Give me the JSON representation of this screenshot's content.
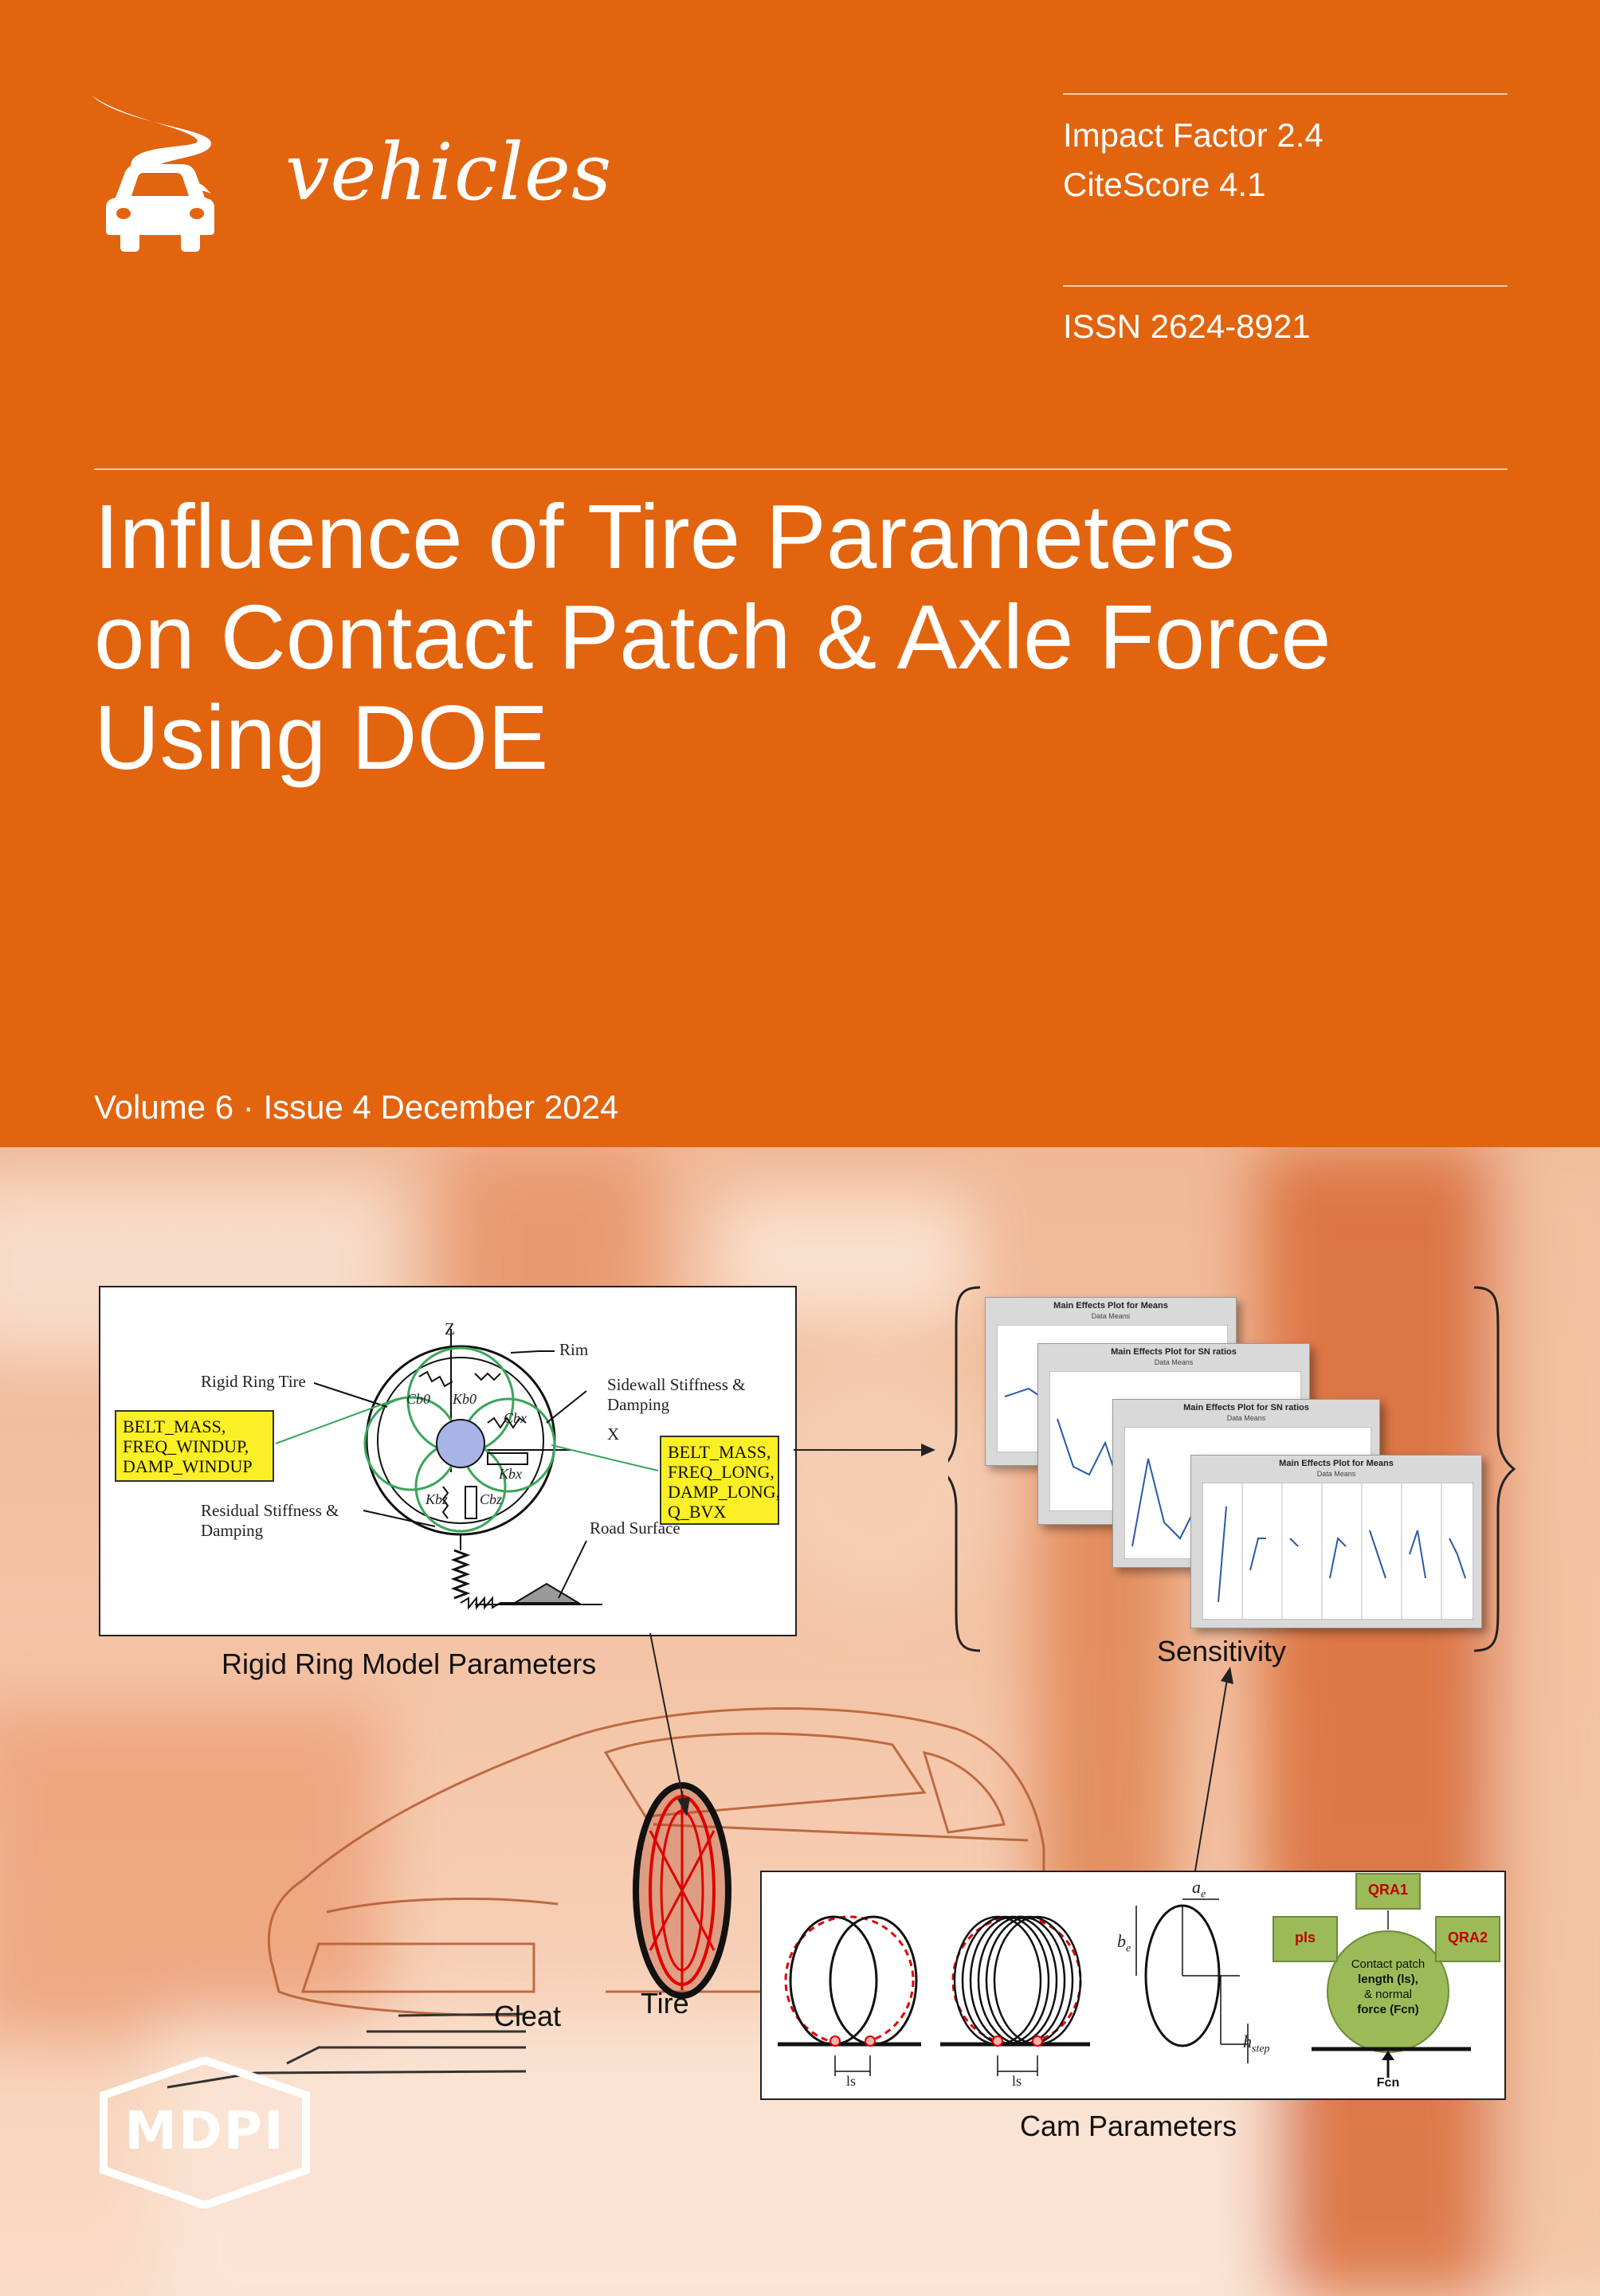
{
  "journal": {
    "name": "vehicles",
    "publisher": "MDPI"
  },
  "metrics": {
    "impact_factor": "Impact Factor 2.4",
    "citescore": "CiteScore 4.1",
    "issn": "ISSN 2624-8921"
  },
  "article": {
    "title_line1": "Influence of Tire Parameters",
    "title_line2": "on Contact Patch & Axle Force",
    "title_line3": "Using DOE"
  },
  "issue": {
    "volume_line": "Volume 6 · Issue 4 December 2024"
  },
  "figure": {
    "rigid_ring": {
      "caption": "Rigid Ring Model Parameters",
      "axis_z": "Z",
      "axis_x": "X",
      "rigid_ring_tire": "Rigid Ring Tire",
      "rim": "Rim",
      "sidewall_line1": "Sidewall Stiffness &",
      "sidewall_line2": "Damping",
      "residual_line1": "Residual Stiffness &",
      "residual_line2": "Damping",
      "road_surface": "Road Surface",
      "box_left_line1": "BELT_MASS,",
      "box_left_line2": "FREQ_WINDUP,",
      "box_left_line3": "DAMP_WINDUP",
      "box_right_line1": "BELT_MASS,",
      "box_right_line2": "FREQ_LONG,",
      "box_right_line3": "DAMP_LONG,",
      "box_right_line4": "Q_BVX",
      "cb0": "Cb0",
      "kb0": "Kb0",
      "cbx": "Cbx",
      "kbx": "Kbx",
      "kbz": "Kbz",
      "cbz": "Cbz"
    },
    "sensitivity": {
      "caption": "Sensitivity",
      "plot1_title": "Main Effects Plot for Means",
      "plot1_sub": "Data Means",
      "plot2_title": "Main Effects Plot for SN ratios",
      "plot2_sub": "Data Means",
      "plot3_title": "Main Effects Plot for SN ratios",
      "plot3_sub": "Data Means",
      "plot4_title": "Main Effects Plot for Means",
      "plot4_sub": "Data Means"
    },
    "vehicle": {
      "cleat": "Cleat",
      "tire": "Tire"
    },
    "cam": {
      "caption": "Cam Parameters",
      "ls1": "ls",
      "ls2": "ls",
      "ae": "a",
      "ae_sub": "e",
      "be": "b",
      "be_sub": "e",
      "hstep": "h",
      "hstep_sub": "step",
      "qra1": "QRA1",
      "qra2": "QRA2",
      "pls": "pls",
      "center_line1": "Contact patch",
      "center_line2": "length (ls),",
      "center_line3": "& normal",
      "center_line4": "force (Fcn)",
      "fcn": "Fcn"
    }
  },
  "colors": {
    "header_orange": "#e2640f",
    "highlight_yellow": "#fbef25",
    "qra_green": "#9bbb59",
    "qra_red_text": "#c00000",
    "cam_red_dashed": "#e00000"
  }
}
